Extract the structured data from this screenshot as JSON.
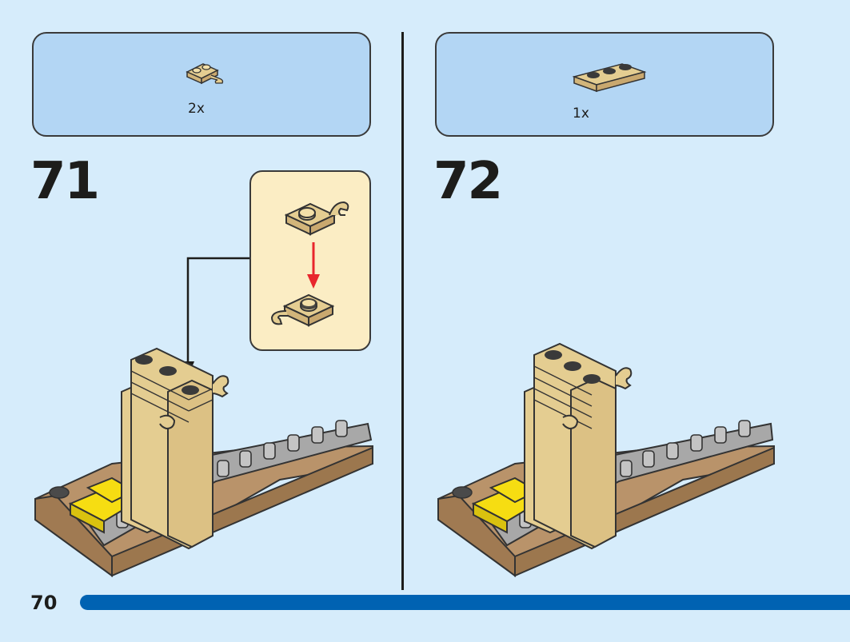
{
  "steps": [
    {
      "number": "71",
      "parts": [
        {
          "name": "tan-plate-with-clip",
          "qty": "2x"
        }
      ]
    },
    {
      "number": "72",
      "parts": [
        {
          "name": "tan-plate-1x3",
          "qty": "1x"
        }
      ]
    }
  ],
  "page": {
    "number": "70"
  },
  "colors": {
    "background": "#d6ecfb",
    "parts_box": "#b3d6f4",
    "callout": "#fbedc4",
    "tan": "#e4cd91",
    "dark_tan": "#b9936a",
    "yellow": "#f6dd12",
    "gray": "#a8a8a8",
    "progress": "#0062b2",
    "arrow_red": "#e8262c"
  }
}
